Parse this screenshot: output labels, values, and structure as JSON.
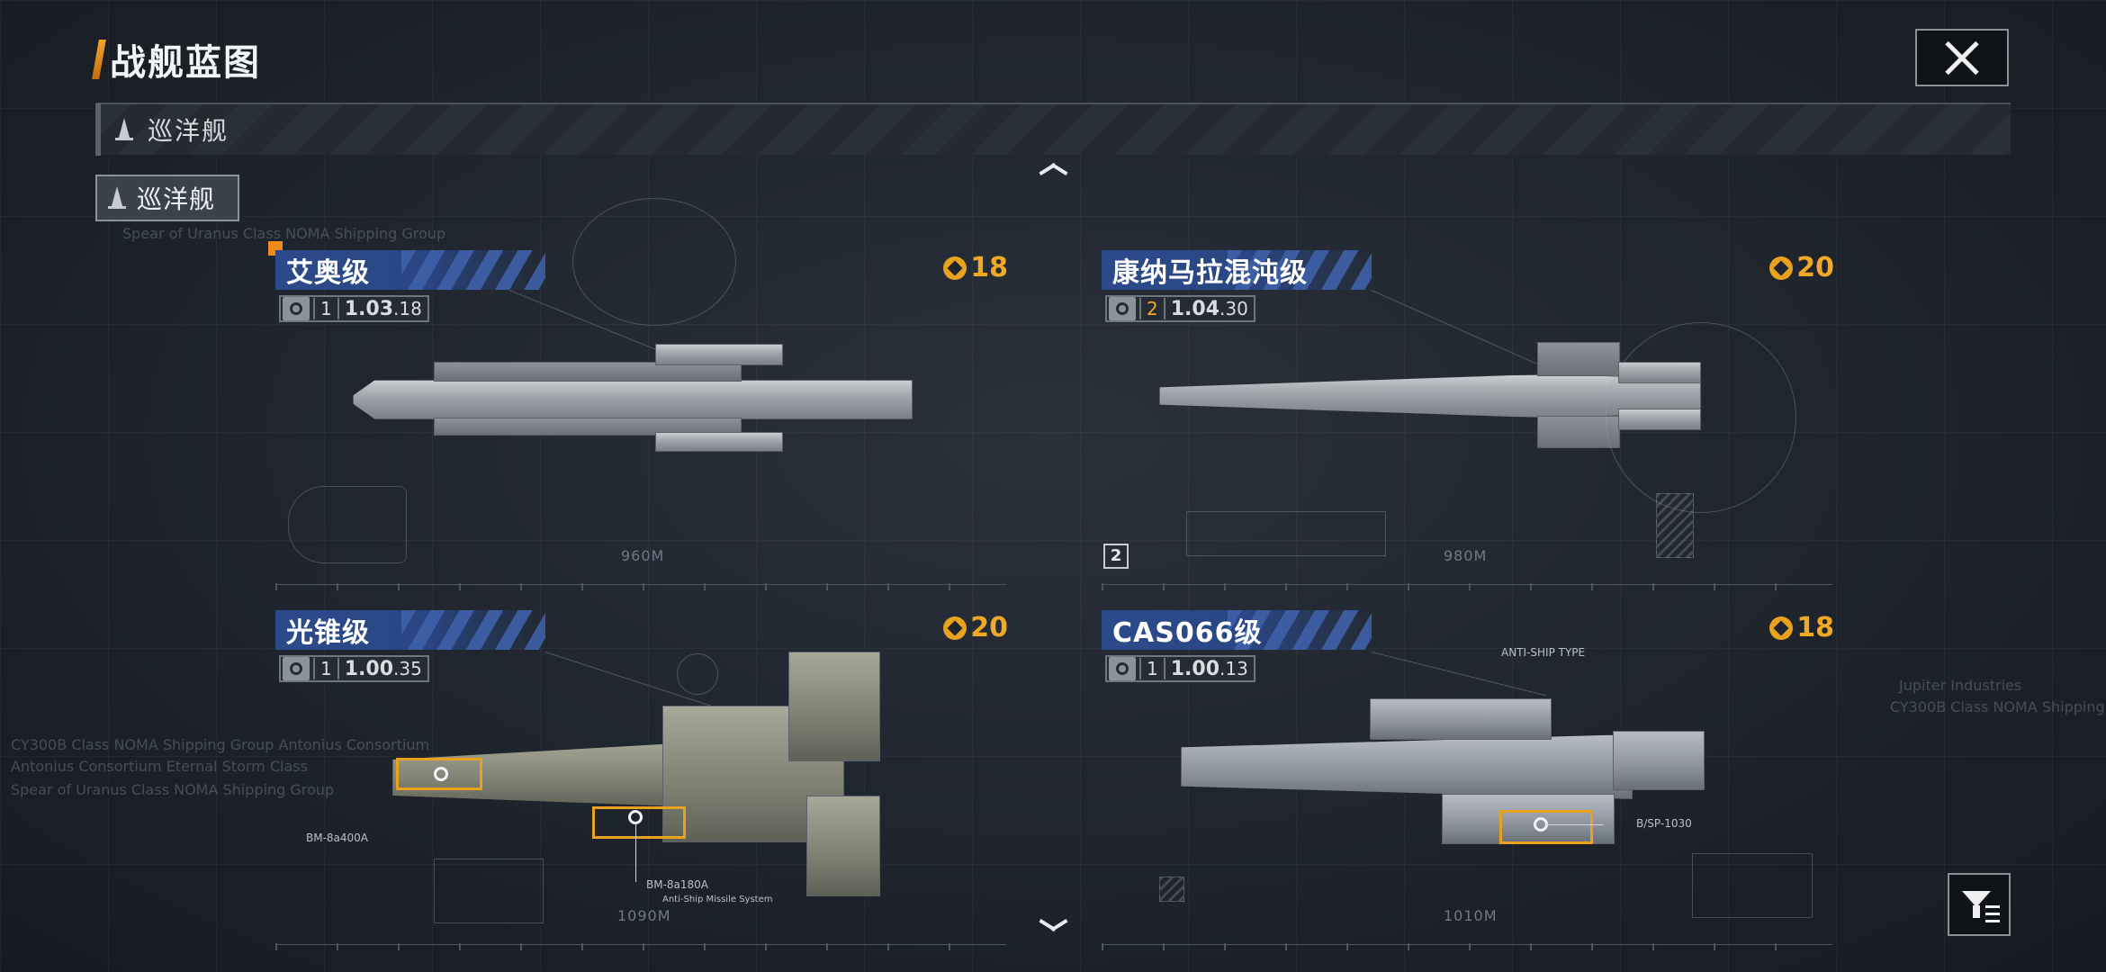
{
  "header": {
    "title": "战舰蓝图"
  },
  "category_bar": {
    "label": "巡洋舰"
  },
  "sub_tab": {
    "label": "巡洋舰"
  },
  "cards": [
    {
      "name": "艾奥级",
      "cost": "18",
      "level": "1",
      "ver_major": "1.03",
      "ver_minor": ".18",
      "length": "960M",
      "level_color": "#d9dde2"
    },
    {
      "name": "康纳马拉混沌级",
      "cost": "20",
      "level": "2",
      "ver_major": "1.04",
      "ver_minor": ".30",
      "length": "980M",
      "level_color": "#f0a925",
      "badge": "2"
    },
    {
      "name": "光锥级",
      "cost": "20",
      "level": "1",
      "ver_major": "1.00",
      "ver_minor": ".35",
      "length": "1090M",
      "level_color": "#d9dde2",
      "weapons": [
        "BM-8a400A",
        "BM-8a180A",
        "Anti-Ship Missile System"
      ]
    },
    {
      "name": "CAS066级",
      "cost": "18",
      "level": "1",
      "ver_major": "1.00",
      "ver_minor": ".13",
      "length": "1010M",
      "level_color": "#d9dde2",
      "weapons": [
        "B/SP-1030",
        "ANTI-SHIP TYPE"
      ]
    }
  ],
  "deco": {
    "line1": "Spear of Uranus Class NOMA Shipping Group",
    "line2": "CY300B Class NOMA Shipping Group Antonius Consortium",
    "line3": "Antonius Consortium Eternal Storm Class",
    "line4": "Spear of Uranus Class NOMA Shipping Group",
    "line5": "Jupiter Industries",
    "line6": "CY300B Class NOMA Shipping"
  },
  "icons": {
    "close": "close-icon",
    "filter": "filter-icon",
    "up": "chevron-up-icon",
    "down": "chevron-down-icon",
    "coin": "coin-icon"
  }
}
